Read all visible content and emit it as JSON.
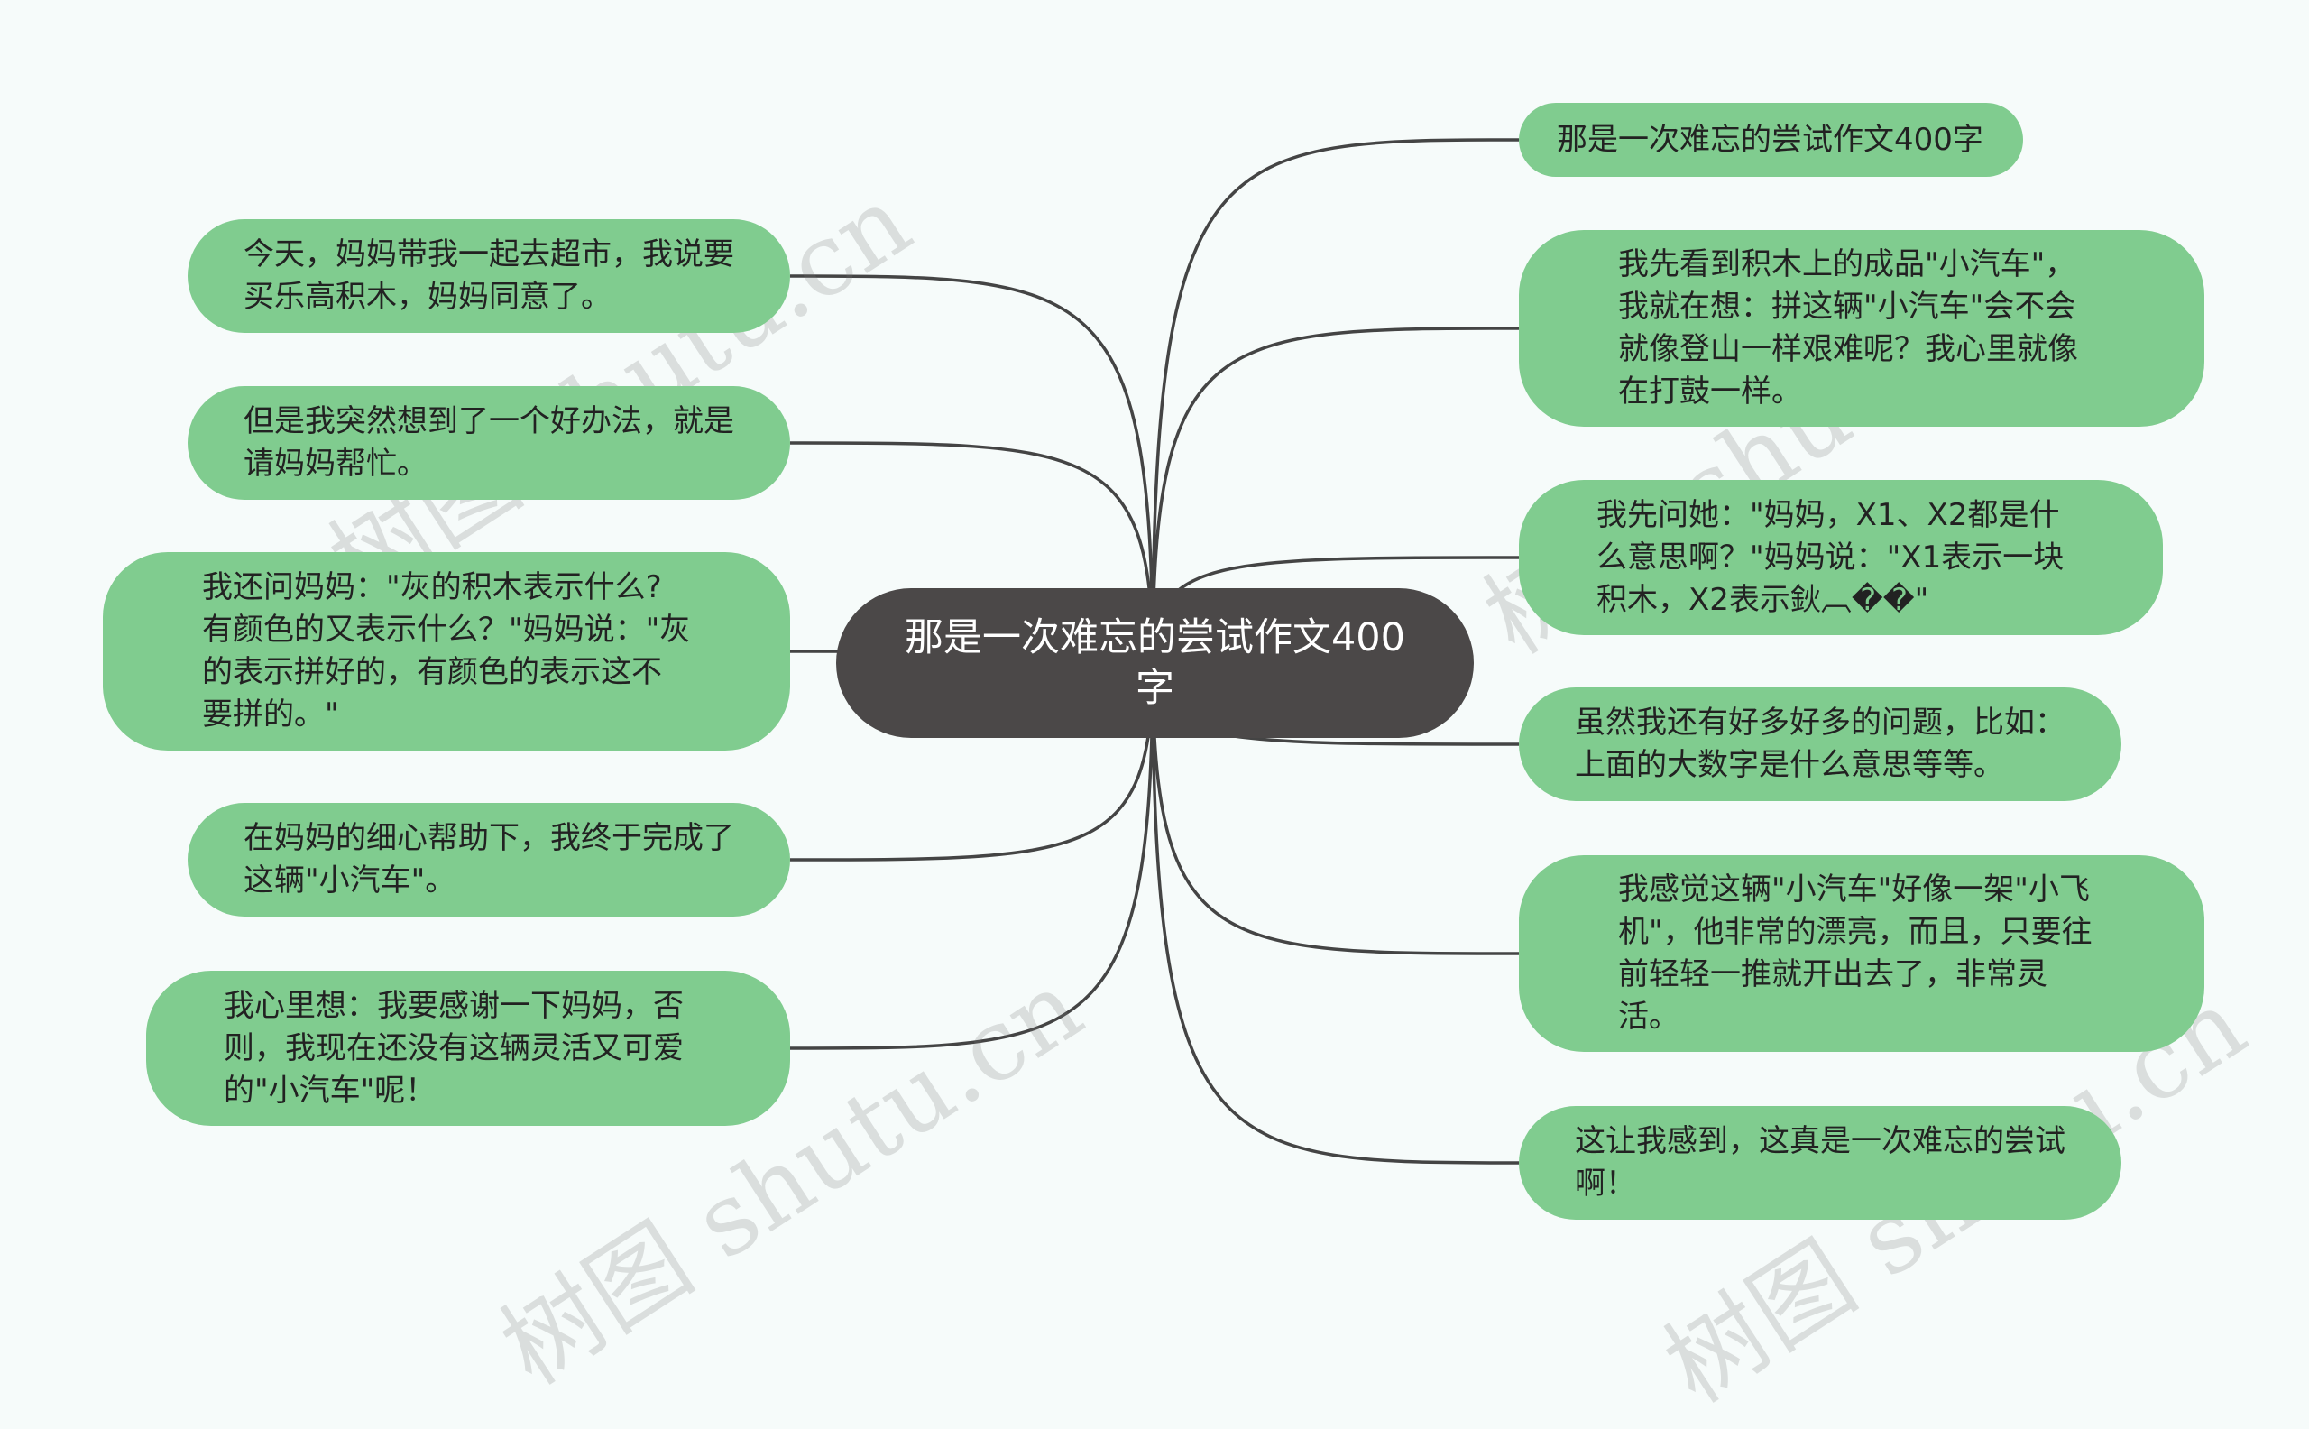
{
  "watermark": "树图 shutu.cn",
  "center_topic": "那是一次难忘的尝试作文400字",
  "left_nodes": [
    "今天，妈妈带我一起去超市，我说要买乐高积木，妈妈同意了。",
    "但是我突然想到了一个好办法，就是请妈妈帮忙。",
    "我还问妈妈：\"灰的积木表示什么?有颜色的又表示什么？\"妈妈说：\"灰的表示拼好的，有颜色的表示这不要拼的。\"",
    "在妈妈的细心帮助下，我终于完成了这辆\"小汽车\"。",
    "我心里想：我要感谢一下妈妈，否则，我现在还没有这辆灵活又可爱的\"小汽车\"呢！"
  ],
  "right_nodes": [
    "那是一次难忘的尝试作文400字",
    "我先看到积木上的成品\"小汽车\"，我就在想：拼这辆\"小汽车\"会不会就像登山一样艰难呢？我心里就像在打鼓一样。",
    "我先问她：\"妈妈，X1、X2都是什么意思啊？\"妈妈说：\"X1表示一块积木，X2表示鈥︹��\"",
    "虽然我还有好多好多的问题，比如：上面的大数字是什么意思等等。",
    "我感觉这辆\"小汽车\"好像一架\"小飞机\"，他非常的漂亮，而且，只要往前轻轻一推就开出去了，非常灵活。",
    "这让我感到，这真是一次难忘的尝试啊！"
  ],
  "colors": {
    "background": "#f6fbfa",
    "center_fill": "#4b4848",
    "node_fill": "#80cc8f",
    "connector": "#444444"
  }
}
